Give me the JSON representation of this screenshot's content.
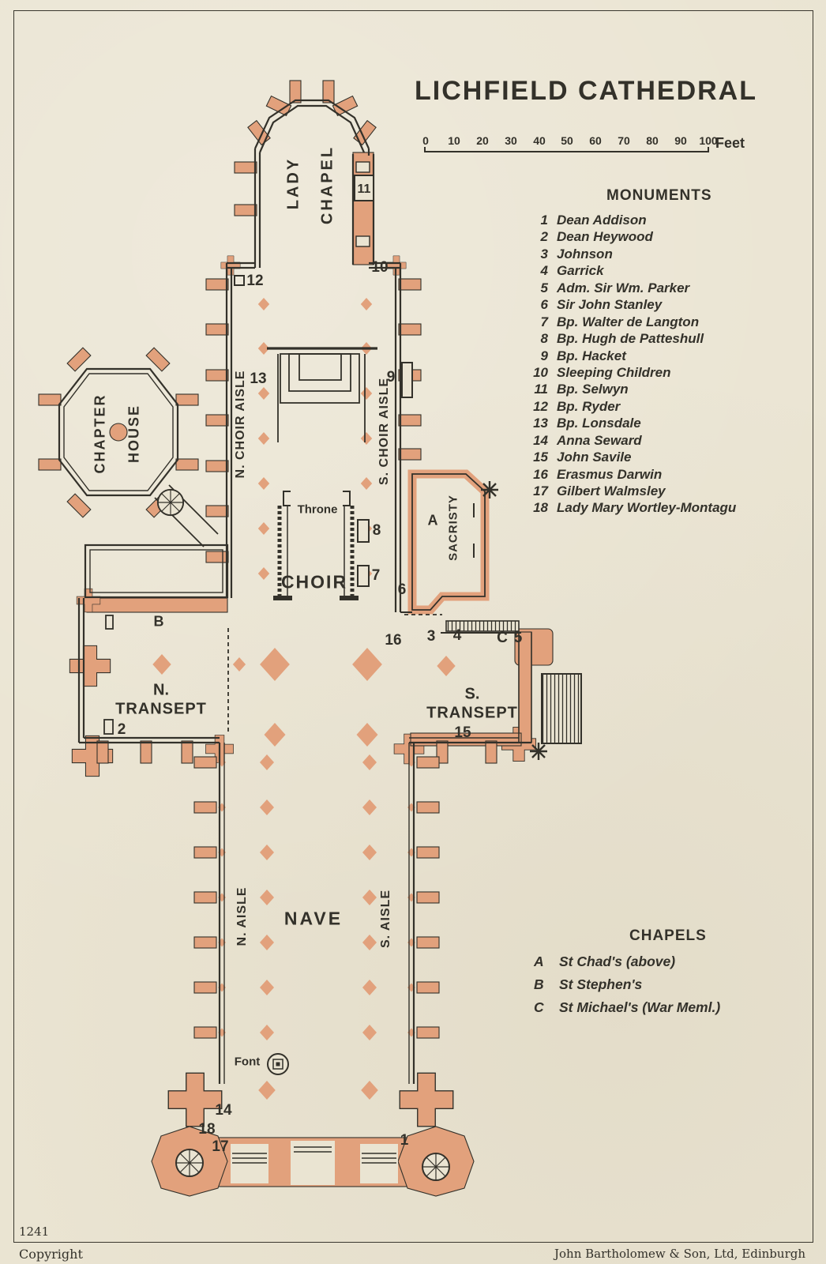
{
  "title": "LICHFIELD CATHEDRAL",
  "scale": {
    "ticks": [
      "0",
      "10",
      "20",
      "30",
      "40",
      "50",
      "60",
      "70",
      "80",
      "90",
      "100"
    ],
    "unit": "Feet"
  },
  "monuments": {
    "heading": "MONUMENTS",
    "items": [
      {
        "n": "1",
        "name": "Dean Addison"
      },
      {
        "n": "2",
        "name": "Dean Heywood"
      },
      {
        "n": "3",
        "name": "Johnson"
      },
      {
        "n": "4",
        "name": "Garrick"
      },
      {
        "n": "5",
        "name": "Adm. Sir Wm. Parker"
      },
      {
        "n": "6",
        "name": "Sir John Stanley"
      },
      {
        "n": "7",
        "name": "Bp. Walter de Langton"
      },
      {
        "n": "8",
        "name": "Bp. Hugh de Patteshull"
      },
      {
        "n": "9",
        "name": "Bp. Hacket"
      },
      {
        "n": "10",
        "name": "Sleeping Children"
      },
      {
        "n": "11",
        "name": "Bp. Selwyn"
      },
      {
        "n": "12",
        "name": "Bp. Ryder"
      },
      {
        "n": "13",
        "name": "Bp. Lonsdale"
      },
      {
        "n": "14",
        "name": "Anna Seward"
      },
      {
        "n": "15",
        "name": "John Savile"
      },
      {
        "n": "16",
        "name": "Erasmus Darwin"
      },
      {
        "n": "17",
        "name": "Gilbert Walmsley"
      },
      {
        "n": "18",
        "name": "Lady Mary Wortley-Montagu"
      }
    ]
  },
  "chapels": {
    "heading": "CHAPELS",
    "items": [
      {
        "k": "A",
        "name": "St Chad's (above)"
      },
      {
        "k": "B",
        "name": "St Stephen's"
      },
      {
        "k": "C",
        "name": "St Michael's (War Meml.)"
      }
    ]
  },
  "plan": {
    "labels": {
      "lady_1": "LADY",
      "lady_2": "CHAPEL",
      "n_choir_aisle": "N. CHOIR AISLE",
      "s_choir_aisle": "S. CHOIR AISLE",
      "chapter_1": "CHAPTER",
      "chapter_2": "HOUSE",
      "throne": "Throne",
      "choir": "CHOIR",
      "sacristy_a": "A",
      "sacristy": "SACRISTY",
      "chapel_b": "B",
      "n_transept_1": "N.",
      "n_transept_2": "TRANSEPT",
      "s_transept_1": "S.",
      "s_transept_2": "TRANSEPT",
      "nave": "NAVE",
      "n_aisle": "N. AISLE",
      "s_aisle": "S. AISLE",
      "font": "Font"
    },
    "markers": {
      "m1": "1",
      "m2": "2",
      "m3": "3",
      "m4": "4",
      "m5": "5",
      "m6": "6",
      "m7": "7",
      "m8": "8",
      "m9": "9",
      "m10": "10",
      "m11": "11",
      "m12": "12",
      "m13": "13",
      "m14": "14",
      "m15": "15",
      "m16": "16",
      "m17": "17",
      "m18": "18",
      "c": "C"
    }
  },
  "footer": {
    "plate": "1241",
    "copyright": "Copyright",
    "publisher": "John Bartholomew & Son, Ltd, Edinburgh"
  },
  "colors": {
    "paper": "#eae4d2",
    "ink": "#33312a",
    "pillar": "#e2a17c"
  }
}
